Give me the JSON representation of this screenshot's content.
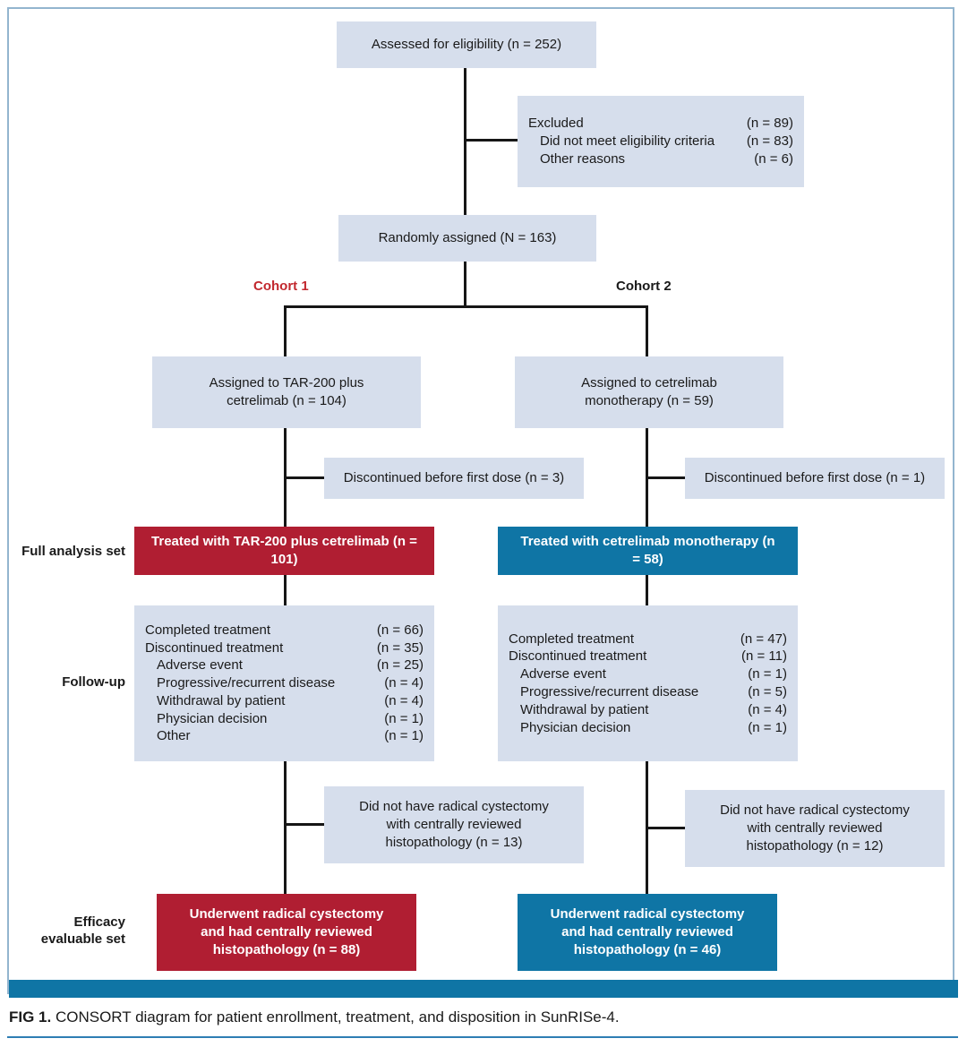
{
  "colors": {
    "red": "#b01e32",
    "blue": "#0f75a5",
    "cohort-red": "#c2282e",
    "fill": "#d6deec",
    "frame": "#93b5cf",
    "line": "#161616",
    "rule": "#2e7eb3",
    "text": "#1a1a1a"
  },
  "flow": {
    "assessed": "Assessed for eligibility (n = 252)",
    "excluded": {
      "rows": [
        {
          "label": "Excluded",
          "n": "(n = 89)"
        },
        {
          "label": "Did not meet eligibility criteria",
          "n": "(n = 83)"
        },
        {
          "label": "Other reasons",
          "n": "(n = 6)"
        }
      ]
    },
    "randomized": "Randomly assigned (N = 163)",
    "cohort1_label": "Cohort 1",
    "cohort2_label": "Cohort 2",
    "assigned_left": "Assigned to TAR-200 plus cetrelimab (n = 104)",
    "assigned_right": "Assigned to cetrelimab monotherapy (n = 59)",
    "discontinued_left": "Discontinued before first dose (n = 3)",
    "discontinued_right": "Discontinued before first dose (n = 1)",
    "full_analysis_set_label": "Full analysis set",
    "treated_left": "Treated with TAR-200 plus cetrelimab (n = 101)",
    "treated_right": "Treated with cetrelimab monotherapy (n = 58)",
    "followup_label": "Follow-up",
    "followup_left": {
      "rows": [
        {
          "label": "Completed treatment",
          "n": "(n = 66)"
        },
        {
          "label": "Discontinued treatment",
          "n": "(n = 35)"
        },
        {
          "label": "Adverse event",
          "n": "(n = 25)"
        },
        {
          "label": "Progressive/recurrent disease",
          "n": "(n = 4)"
        },
        {
          "label": "Withdrawal by patient",
          "n": "(n = 4)"
        },
        {
          "label": "Physician decision",
          "n": "(n = 1)"
        },
        {
          "label": "Other",
          "n": "(n = 1)"
        }
      ]
    },
    "followup_right": {
      "rows": [
        {
          "label": "Completed treatment",
          "n": "(n = 47)"
        },
        {
          "label": "Discontinued treatment",
          "n": "(n = 11)"
        },
        {
          "label": "Adverse event",
          "n": "(n = 1)"
        },
        {
          "label": "Progressive/recurrent disease",
          "n": "(n = 5)"
        },
        {
          "label": "Withdrawal by patient",
          "n": "(n = 4)"
        },
        {
          "label": "Physician decision",
          "n": "(n = 1)"
        }
      ]
    },
    "no_cystectomy_left": "Did not have radical cystectomy with centrally reviewed histopathology (n = 13)",
    "no_cystectomy_right": "Did not have radical cystectomy with centrally reviewed histopathology (n = 12)",
    "efficacy_label_line1": "Efficacy",
    "efficacy_label_line2": "evaluable set",
    "efficacy_left": "Underwent radical cystectomy and had centrally reviewed histopathology (n = 88)",
    "efficacy_right": "Underwent radical cystectomy and had centrally reviewed histopathology (n = 46)"
  },
  "caption": {
    "label": "FIG 1.",
    "text": "CONSORT diagram for patient enrollment, treatment, and disposition in SunRISe-4."
  }
}
